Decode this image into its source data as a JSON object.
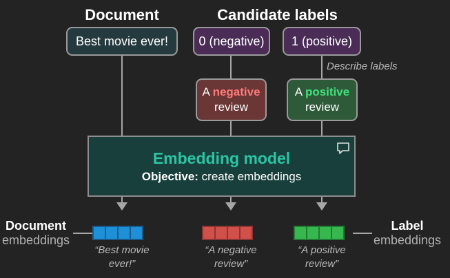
{
  "headings": {
    "document": "Document",
    "candidate_labels": "Candidate labels"
  },
  "document_box": "Best movie ever!",
  "labels": {
    "negative": "0 (negative)",
    "positive": "1 (positive)"
  },
  "describe_labels": "Describe labels",
  "descriptions": {
    "negative": {
      "pre": "A",
      "word": "negative",
      "post": "review"
    },
    "positive": {
      "pre": "A",
      "word": "positive",
      "post": "review"
    }
  },
  "model": {
    "title": "Embedding model",
    "objective_label": "Objective:",
    "objective_text": "create embeddings"
  },
  "side_labels": {
    "left": {
      "top": "Document",
      "bottom": "embeddings"
    },
    "right": {
      "top": "Label",
      "bottom": "embeddings"
    }
  },
  "captions": {
    "doc": {
      "line1": "“Best movie",
      "line2": "ever!”"
    },
    "neg": {
      "line1": "“A negative",
      "line2": "review”"
    },
    "pos": {
      "line1": "“A positive",
      "line2": "review”"
    }
  },
  "colors": {
    "document_embedding": "#1e90d8",
    "negative_embedding": "#d1504a",
    "positive_embedding": "#36b84e",
    "model_title": "#2bc4a4"
  },
  "icons": {
    "model_corner": "chat-bubble-icon"
  }
}
